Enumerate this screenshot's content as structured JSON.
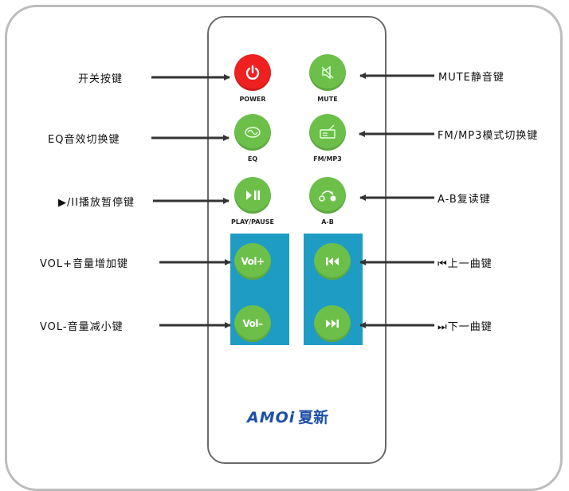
{
  "remote": {
    "buttons": {
      "power": {
        "caption": "POWER",
        "color": "#ee2020",
        "icon": "power-icon"
      },
      "mute": {
        "caption": "MUTE",
        "icon": "mute-speaker-icon"
      },
      "eq": {
        "caption": "EQ",
        "icon": "eq-icon"
      },
      "fm_mp3": {
        "caption": "FM/MP3",
        "icon": "radio-icon"
      },
      "play_pause": {
        "caption": "PLAY/PAUSE",
        "icon": "play-pause-icon"
      },
      "ab_repeat": {
        "caption": "A-B",
        "icon": "ab-repeat-icon"
      },
      "vol_up": {
        "text": "Vol+"
      },
      "vol_down": {
        "text": "Vol–"
      },
      "prev": {
        "icon": "previous-track-icon"
      },
      "next": {
        "icon": "next-track-icon"
      }
    },
    "button_color": "#6cc04a",
    "panel_color": "#1e9cc3",
    "logo": {
      "brand": "AMOi",
      "chinese": "夏新",
      "color": "#1c4fa8"
    }
  },
  "labels": {
    "power": "开关按键",
    "mute": "MUTE静音键",
    "eq": "EQ音效切换键",
    "fm_mp3": "FM/MP3模式切换键",
    "play_pause": "▶/II播放暂停键",
    "ab_repeat": "A-B复读键",
    "vol_up": "VOL+音量增加键",
    "prev": "⏮上一曲键",
    "vol_down": "VOL-音量减小键",
    "next": "⏭下一曲键"
  }
}
